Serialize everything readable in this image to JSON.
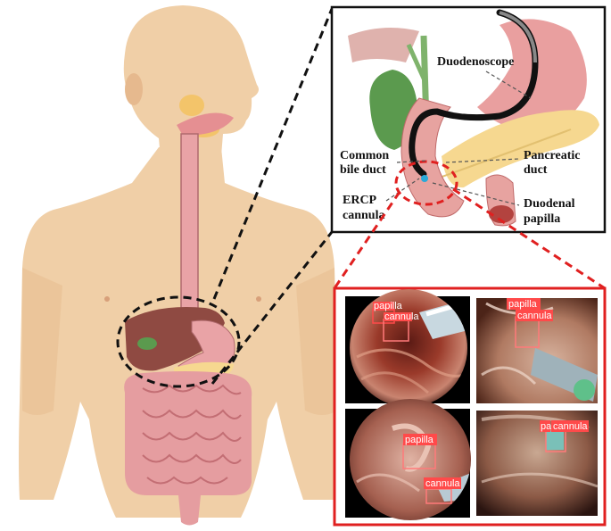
{
  "inset_labels": {
    "duodenoscope": "Duodenoscope",
    "common_bile_duct_1": "Common",
    "common_bile_duct_2": "bile duct",
    "pancreatic_duct_1": "Pancreatic",
    "pancreatic_duct_2": "duct",
    "ercp_cannula_1": "ERCP",
    "ercp_cannula_2": "cannula",
    "duodenal_papilla_1": "Duodenal",
    "duodenal_papilla_2": "papilla"
  },
  "detections": [
    {
      "papilla": "papilla",
      "cannula": "cannula"
    },
    {
      "papilla": "papilla",
      "cannula": "cannula"
    },
    {
      "papilla": "papilla",
      "cannula": "cannula"
    },
    {
      "papilla": "pa",
      "cannula": "cannula"
    }
  ],
  "colors": {
    "skin": "#f0cfa7",
    "organ_pink": "#e9a3a6",
    "liver": "#8f4a42",
    "gallbladder": "#5b9a4e",
    "pancreas": "#f6d890",
    "highlight_red": "#e02020",
    "box_black": "#111111"
  }
}
